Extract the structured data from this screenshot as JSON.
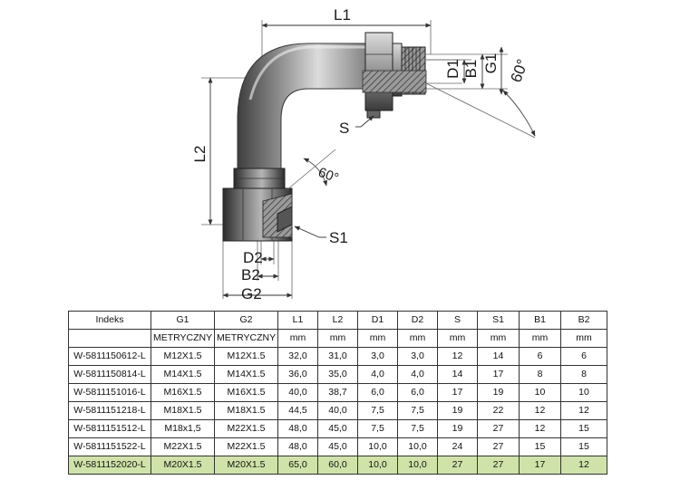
{
  "drawing": {
    "labels": {
      "L1": "L1",
      "L2": "L2",
      "D1": "D1",
      "B1": "B1",
      "G1": "G1",
      "angle1": "60°",
      "angle2": "60°",
      "S": "S",
      "S1": "S1",
      "D2": "D2",
      "B2": "B2",
      "G2": "G2"
    }
  },
  "table": {
    "headers": [
      "Indeks",
      "G1",
      "G2",
      "L1",
      "L2",
      "D1",
      "D2",
      "S",
      "S1",
      "B1",
      "B2"
    ],
    "units": [
      "",
      "METRYCZNY",
      "METRYCZNY",
      "mm",
      "mm",
      "mm",
      "mm",
      "mm",
      "mm",
      "mm",
      "mm"
    ],
    "rows": [
      [
        "W-5811150612-L",
        "M12X1.5",
        "M12X1.5",
        "32,0",
        "31,0",
        "3,0",
        "3,0",
        "12",
        "14",
        "6",
        "6"
      ],
      [
        "W-5811150814-L",
        "M14X1.5",
        "M14X1.5",
        "36,0",
        "35,0",
        "4,0",
        "4,0",
        "14",
        "17",
        "8",
        "8"
      ],
      [
        "W-5811151016-L",
        "M16X1.5",
        "M16X1.5",
        "40,0",
        "38,7",
        "6,0",
        "6,0",
        "17",
        "19",
        "10",
        "10"
      ],
      [
        "W-5811151218-L",
        "M18X1.5",
        "M18X1.5",
        "44,5",
        "40,0",
        "7,5",
        "7,5",
        "19",
        "22",
        "12",
        "12"
      ],
      [
        "W-5811151512-L",
        "M18x1,5",
        "M22X1.5",
        "48,0",
        "45,0",
        "7,5",
        "7,5",
        "19",
        "27",
        "12",
        "15"
      ],
      [
        "W-5811151522-L",
        "M22X1.5",
        "M22X1.5",
        "48,0",
        "45,0",
        "10,0",
        "10,0",
        "24",
        "27",
        "15",
        "15"
      ],
      [
        "W-5811152020-L",
        "M20X1.5",
        "M20X1.5",
        "65,0",
        "60,0",
        "10,0",
        "10,0",
        "27",
        "27",
        "17",
        "12"
      ]
    ],
    "highlight_row": 6,
    "highlight_color": "#cfe3a8"
  }
}
